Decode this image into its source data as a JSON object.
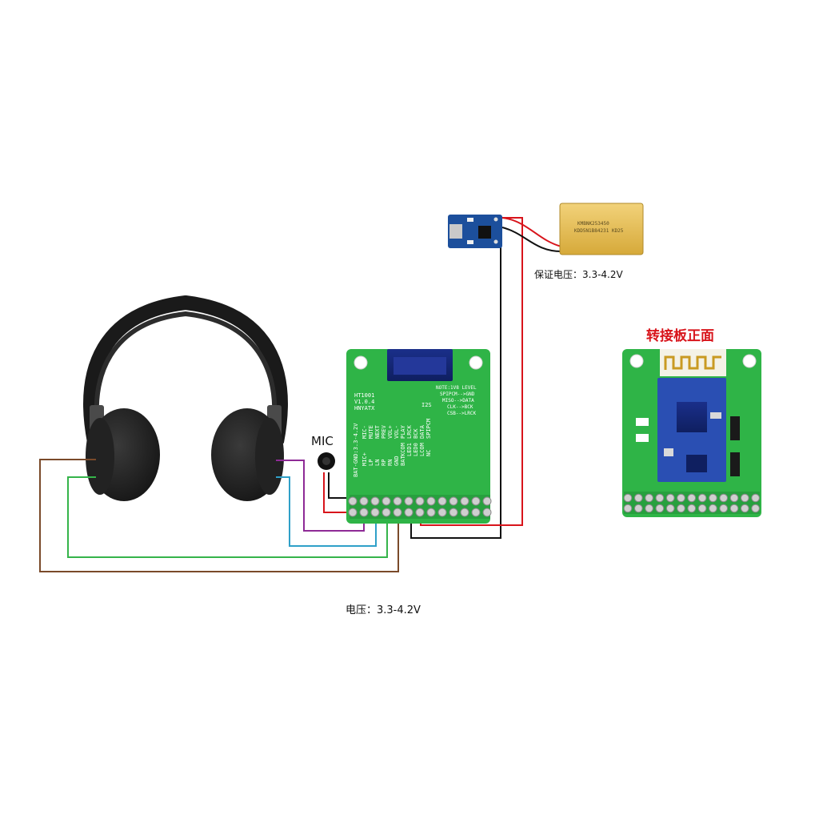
{
  "labels": {
    "mic": "MIC",
    "battery_voltage": "保证电压：3.3-4.2V",
    "main_voltage": "电压：3.3-4.2V",
    "adapter_front": "转接板正面"
  },
  "main_board": {
    "model": "HT1001",
    "version": "V1.0.4",
    "maker": "HNYATX",
    "side_label": "BAT-GND:3.3-4.2V",
    "i2s_label": "I2S",
    "i2s_notes": [
      "NOTE:1V8 LEVEL",
      "SPIPCM-->GND",
      "MISO-->DATA",
      "CLK-->BCK",
      "CSB-->LRCK"
    ],
    "pin_rows": {
      "col1": [
        "MIC+",
        "LP",
        "LN",
        "RP",
        "RN",
        "GND",
        "BAT"
      ],
      "col2": [
        "MIC-",
        "MUTE",
        "NEXT",
        "PREV",
        "VOL+",
        "VOL-",
        "PLAY",
        "LRCK",
        "BCK",
        "DATA",
        "SPIPCM"
      ],
      "col3": [
        "",
        "",
        "",
        "",
        "",
        "",
        "KCOM",
        "LED1",
        "LED0",
        "LCOM",
        "NC"
      ]
    }
  },
  "battery": {
    "line1": "KMBNK253450",
    "line2": "KDD5N1B84231 KD25"
  },
  "colors": {
    "pcb_green": "#2fb447",
    "wire_brown": "#7a4a2a",
    "wire_green": "#35b44a",
    "wire_purple": "#8e2a96",
    "wire_cyan": "#2fa0c8",
    "wire_red": "#d8141b",
    "wire_black": "#111111"
  },
  "icons": [
    "headphones-icon",
    "microphone-icon",
    "charger-module-icon",
    "battery-icon",
    "bluetooth-module-icon"
  ]
}
